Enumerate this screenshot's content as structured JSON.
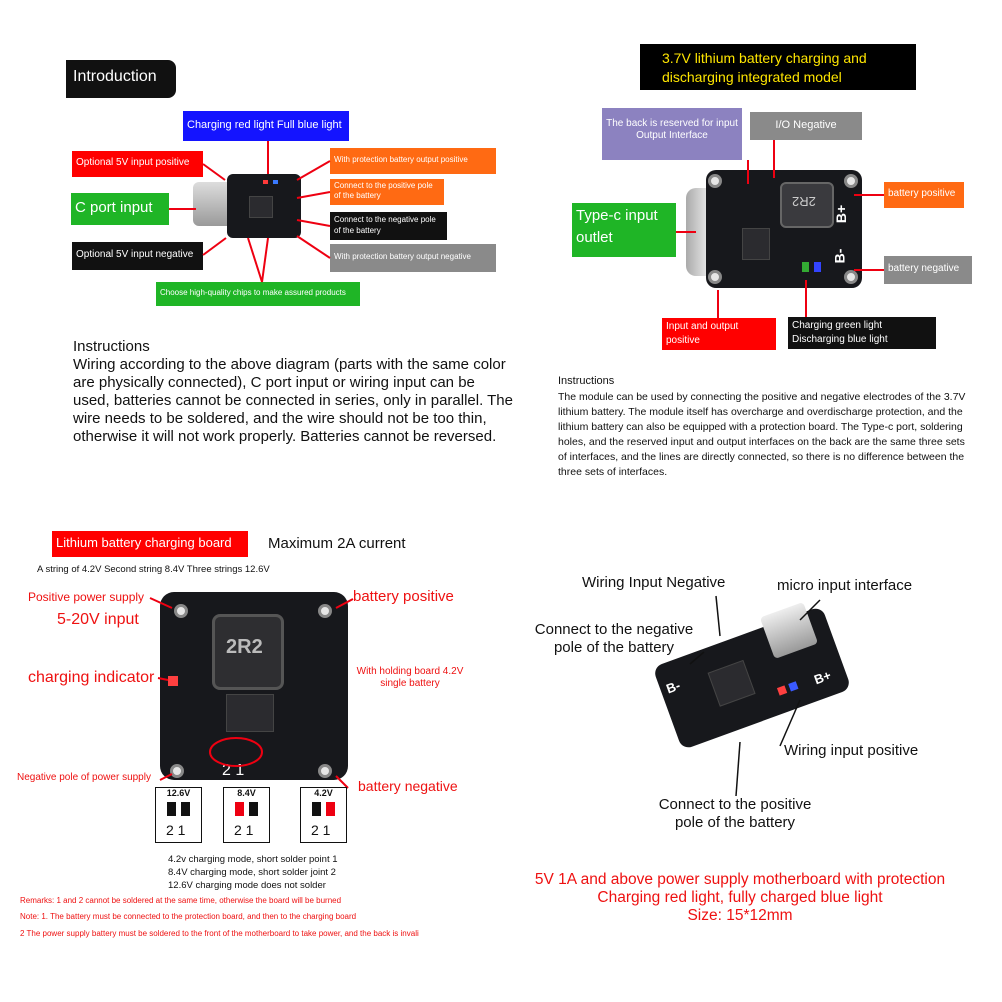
{
  "q1": {
    "heading": "Introduction",
    "labels": {
      "charging_light": "Charging red light Full blue light",
      "optional_5v_positive": "Optional 5V input positive",
      "c_port_input": "C port input",
      "optional_5v_negative": "Optional 5V input negative",
      "protection_output_positive": "With protection battery output positive",
      "connect_positive_pole": "Connect to the positive pole of the battery",
      "connect_negative_pole": "Connect to the negative pole of the battery",
      "protection_output_negative": "With protection battery output negative",
      "chips": "Choose high-quality chips to make assured products"
    },
    "instructions_title": "Instructions",
    "instructions_body": "Wiring according to the above diagram (parts with the same color are physically connected), C port input or wiring input can be used, batteries cannot be connected in series, only in parallel. The wire needs to be soldered, and the wire should not be too thin, otherwise it will not work properly. Batteries cannot be reversed."
  },
  "q2": {
    "title": "3.7V lithium battery charging and discharging integrated model",
    "labels": {
      "reserved_output": "The back is reserved for input Output Interface",
      "io_negative": "I/O Negative",
      "typec": "Type-c input outlet",
      "battery_positive": "battery positive",
      "battery_negative": "battery negative",
      "io_positive": "Input and output positive",
      "charging_light": "Charging green light Discharging blue light"
    },
    "board_marks": {
      "inductor": "2R2",
      "bplus": "B+",
      "bminus": "B-"
    },
    "instructions_title": "Instructions",
    "instructions_body": "The module can be used by connecting the positive and negative electrodes of the 3.7V lithium battery. The module itself has overcharge and overdischarge protection, and the lithium battery can also be equipped with a protection board. The Type-c port, soldering holes, and the reserved input and output interfaces on the back are the same three sets of interfaces, and the lines are directly connected, so there is no difference between the three sets of interfaces."
  },
  "q3": {
    "title": "Lithium battery charging board",
    "max_current": "Maximum 2A current",
    "strings": "A string of 4.2V Second string 8.4V Three strings 12.6V",
    "labels": {
      "positive_supply": "Positive power supply",
      "voltage_range": "5-20V input",
      "charging_indicator": "charging indicator",
      "negative_supply": "Negative pole of power supply",
      "battery_positive": "battery positive",
      "holding_board": "With holding board 4.2V single battery",
      "battery_negative": "battery negative"
    },
    "board_marks": {
      "inductor": "2R2",
      "pads": "2 1"
    },
    "modes": [
      {
        "voltage": "12.6V",
        "pins": "2 1"
      },
      {
        "voltage": "8.4V",
        "pins": "2 1"
      },
      {
        "voltage": "4.2V",
        "pins": "2 1"
      }
    ],
    "mode_notes": [
      "4.2v charging mode, short solder point 1",
      "8.4V charging mode, short solder joint 2",
      "12.6V charging mode does not solder"
    ],
    "remarks": [
      "Remarks: 1 and 2 cannot be soldered at the same time, otherwise the board will be burned",
      "Note: 1. The battery must be connected to the protection board, and then to the charging board",
      "2 The power supply battery must be soldered to the front of the motherboard to take power, and the back is invali"
    ]
  },
  "q4": {
    "labels": {
      "wiring_input_negative": "Wiring Input Negative",
      "micro_input": "micro input interface",
      "connect_negative": "Connect to the negative pole of the battery",
      "wiring_input_positive": "Wiring input positive",
      "connect_positive": "Connect to the positive pole of the battery"
    },
    "board_marks": {
      "bminus": "B-",
      "bplus": "B+"
    },
    "footer": [
      "5V 1A and above power supply motherboard with protection",
      "Charging red light, fully charged blue light",
      "Size: 15*12mm"
    ]
  },
  "colors": {
    "red": "#ff0000",
    "blue": "#1414ff",
    "orange": "#ff6a13",
    "green": "#1fb526",
    "gray": "#8a8a8a",
    "purple": "#8c82c0",
    "yellow_title": "#ffe600"
  }
}
